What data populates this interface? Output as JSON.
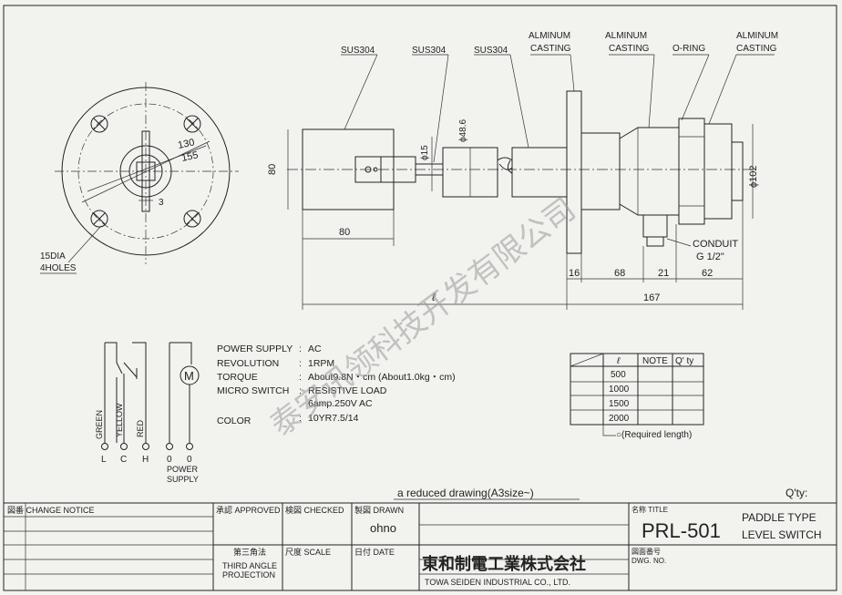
{
  "materials": {
    "sus1": "SUS304",
    "sus2": "SUS304",
    "sus3": "SUS304",
    "alum1_a": "ALMINUM",
    "alum1_b": "CASTING",
    "alum2_a": "ALMINUM",
    "alum2_b": "CASTING",
    "oring": "O-RING",
    "alum3_a": "ALMINUM",
    "alum3_b": "CASTING"
  },
  "dims": {
    "d80v": "80",
    "d80h": "80",
    "d15": "ϕ15",
    "d486": "ϕ48.6",
    "d102": "ϕ102",
    "d16": "16",
    "d68": "68",
    "d21": "21",
    "d62": "62",
    "d167": "167",
    "l": "ℓ",
    "d130": "130",
    "d155": "155",
    "d3": "3",
    "holes_a": "15DIA",
    "holes_b": "4HOLES",
    "conduit_a": "CONDUIT",
    "conduit_b": "G 1/2\""
  },
  "specs": [
    {
      "label": "POWER SUPPLY",
      "value": "AC"
    },
    {
      "label": "REVOLUTION",
      "value": "1RPM"
    },
    {
      "label": "TORQUE",
      "value": "About9.8N・cm (About1.0kg・cm)"
    },
    {
      "label": "MICRO SWITCH",
      "value": "RESISTIVE LOAD"
    },
    {
      "label": "",
      "value": "6amp.250V AC"
    },
    {
      "label": "COLOR",
      "value": "10YR7.5/14"
    }
  ],
  "spec_separator": ":",
  "wiring": {
    "green": "GREEN",
    "yellow": "YELLOW",
    "red": "RED",
    "motor": "M",
    "t_l": "L",
    "t_c": "C",
    "t_h": "H",
    "t_0a": "0",
    "t_0b": "0",
    "power_a": "POWER",
    "power_b": "SUPPLY"
  },
  "length_table": {
    "headers": [
      "ℓ",
      "NOTE",
      "Q' ty"
    ],
    "rows": [
      "500",
      "1000",
      "1500",
      "2000"
    ],
    "note": "○(Required length)"
  },
  "reduced_note": "a reduced drawing(A3size~)",
  "qty_label": "Q'ty:",
  "watermark": "泰安讯领科技开发有限公司",
  "title_block": {
    "change_notice": "図番 CHANGE NOTICE",
    "approved": "承認 APPROVED",
    "checked": "検図 CHECKED",
    "drawn": "製図 DRAWN",
    "drawn_by": "ohno",
    "angle_jp": "第三角法",
    "angle_en_a": "THIRD ANGLE",
    "angle_en_b": "PROJECTION",
    "scale": "尺度 SCALE",
    "date": "日付 DATE",
    "company_jp": "東和制電工業株式会社",
    "company_en": "TOWA SEIDEN INDUSTRIAL CO., LTD.",
    "title_label": "名称 TITLE",
    "model": "PRL-501",
    "title_a": "PADDLE TYPE",
    "title_b": "LEVEL SWITCH",
    "dwg_label": "図面番号",
    "dwg_no": "DWG. NO."
  }
}
